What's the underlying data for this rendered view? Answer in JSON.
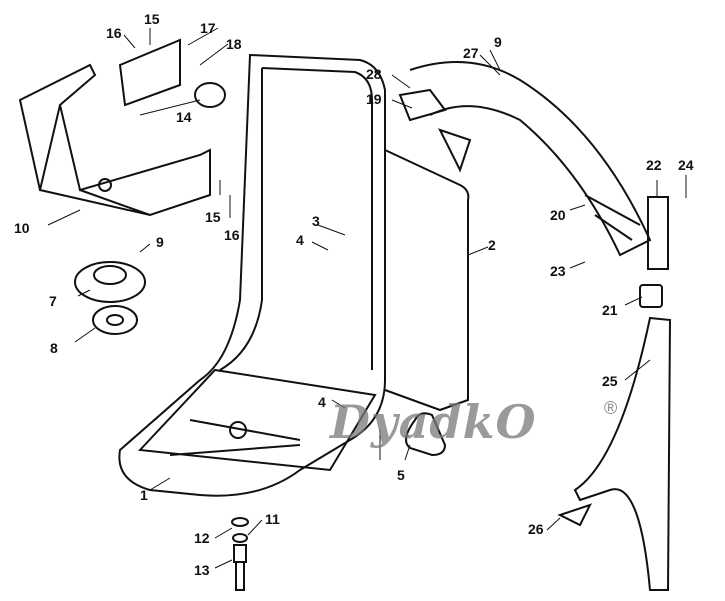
{
  "diagram": {
    "watermark": "DyadkO",
    "watermark_mark": "®",
    "labels": {
      "l16a": "16",
      "l15a": "15",
      "l17": "17",
      "l18": "18",
      "l14": "14",
      "l10": "10",
      "l15b": "15",
      "l16b": "16",
      "l9a": "9",
      "l7": "7",
      "l8": "8",
      "l3": "3",
      "l4a": "4",
      "l2": "2",
      "l1": "1",
      "l4b": "4",
      "l5": "5",
      "l12": "12",
      "l11": "11",
      "l13": "13",
      "l28": "28",
      "l27": "27",
      "l9b": "9",
      "l19": "19",
      "l20": "20",
      "l22": "22",
      "l24": "24",
      "l23": "23",
      "l21": "21",
      "l25": "25",
      "l26": "26"
    }
  }
}
